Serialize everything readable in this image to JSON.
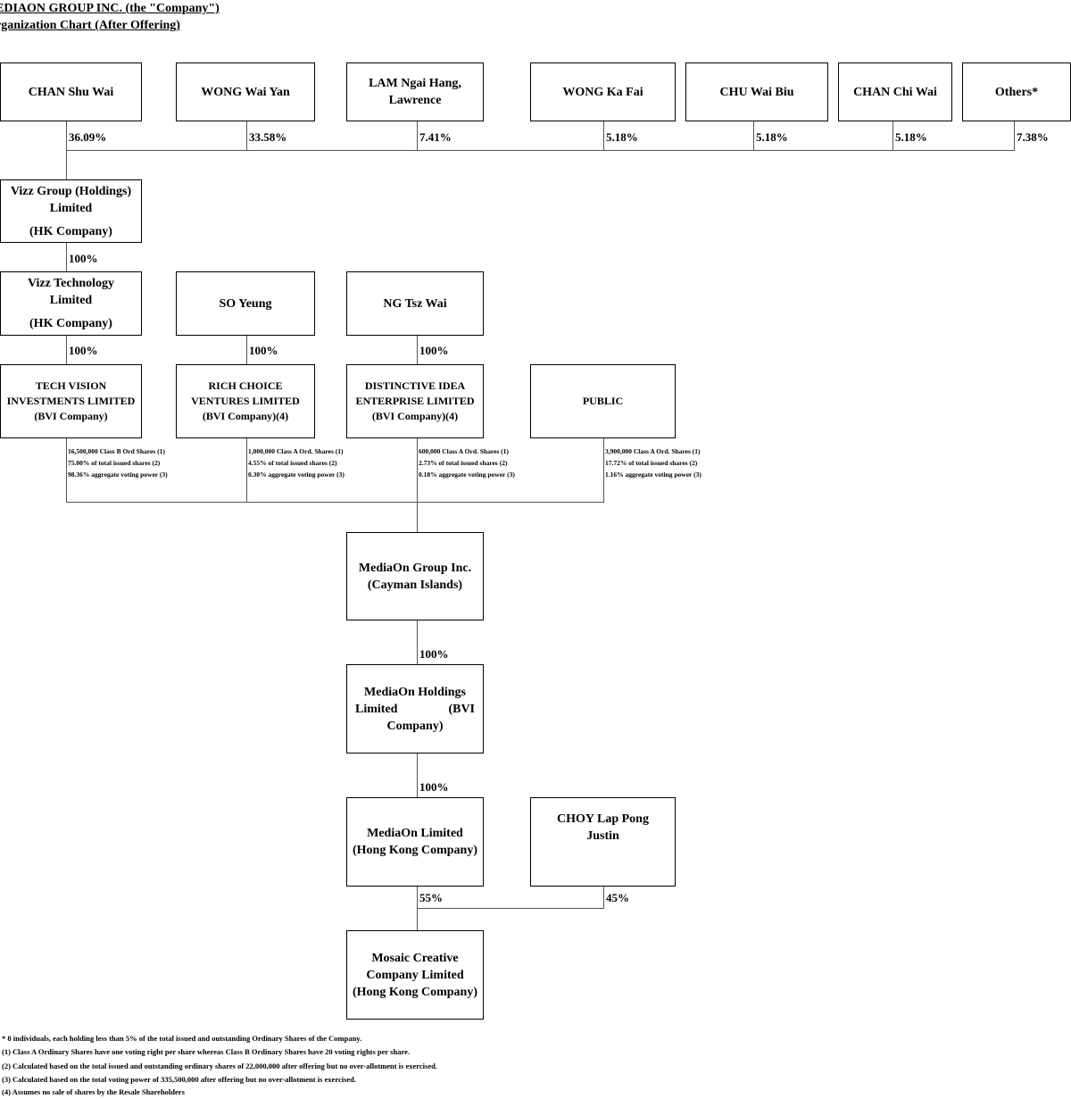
{
  "header": {
    "title": "EDIAON GROUP INC. (the \"Company\")",
    "subtitle": "rganization Chart (After Offering)"
  },
  "shareholders": [
    {
      "name": "CHAN Shu Wai",
      "pct": "36.09%"
    },
    {
      "name": "WONG Wai Yan",
      "pct": "33.58%"
    },
    {
      "name_line1": "LAM Ngai Hang,",
      "name_line2": "Lawrence",
      "pct": "7.41%"
    },
    {
      "name": "WONG Ka Fai",
      "pct": "5.18%"
    },
    {
      "name": "CHU Wai Biu",
      "pct": "5.18%"
    },
    {
      "name": "CHAN Chi Wai",
      "pct": "5.18%"
    },
    {
      "name": "Others*",
      "pct": "7.38%"
    }
  ],
  "vizz_holdings": {
    "line1": "Vizz Group (Holdings)",
    "line2": "Limited",
    "line3": "(HK Company)",
    "pct_down": "100%"
  },
  "vizz_tech": {
    "line1": "Vizz Technology",
    "line2": "Limited",
    "line3": "(HK Company)",
    "pct_down": "100%"
  },
  "so_yeung": {
    "name": "SO Yeung",
    "pct_down": "100%"
  },
  "ng_tsz_wai": {
    "name": "NG Tsz Wai",
    "pct_down": "100%"
  },
  "tech_vision": {
    "line1": "TECH VISION",
    "line2": "INVESTMENTS LIMITED",
    "line3": "(BVI Company)",
    "shares": [
      "16,500,000 Class B Ord Shares (1)",
      "75.00% of total issued shares (2)",
      "98.36% aggregate voting power (3)"
    ]
  },
  "rich_choice": {
    "line1": "RICH CHOICE",
    "line2": "VENTURES LIMITED",
    "line3": "(BVI Company)(4)",
    "shares": [
      "1,000,000 Class A Ord. Shares (1)",
      "4.55% of total issued shares (2)",
      "0.30% aggregate voting power (3)"
    ]
  },
  "distinctive": {
    "line1": "DISTINCTIVE IDEA",
    "line2": "ENTERPRISE LIMITED",
    "line3": "(BVI Company)(4)",
    "shares": [
      "600,000 Class A Ord. Shares (1)",
      "2.73% of total issued shares (2)",
      "0.18% aggregate voting power (3)"
    ]
  },
  "public": {
    "name": "PUBLIC",
    "shares": [
      "3,900,000 Class A Ord. Shares (1)",
      "17.72% of total issued shares (2)",
      "1.16% aggregate voting power (3)"
    ]
  },
  "mediaon_group": {
    "line1": "MediaOn Group Inc.",
    "line2": "(Cayman Islands)",
    "pct_down": "100%"
  },
  "mediaon_holdings": {
    "line1": "MediaOn Holdings",
    "line2_a": "Limited",
    "line2_b": "(BVI",
    "line3": "Company)",
    "pct_down": "100%"
  },
  "mediaon_limited": {
    "line1": "MediaOn Limited",
    "line2": "(Hong Kong Company)",
    "pct_down": "55%"
  },
  "choy": {
    "line1": "CHOY Lap Pong",
    "line2": "Justin",
    "pct_down": "45%"
  },
  "mosaic": {
    "line1": "Mosaic Creative",
    "line2": "Company Limited",
    "line3": "(Hong Kong Company)"
  },
  "notes": [
    "* 8 individuals, each holding less than 5% of the total issued and outstanding Ordinary Shares of the Company.",
    "(1) Class A Ordinary Shares have one voting right per share whereas Class B Ordinary Shares have 20 voting rights per share.",
    "(2) Calculated based on the total issued and outstanding ordinary shares of 22,000,000 after offering but no over-allotment is exercised.",
    "(3) Calculated based on the total voting power of 335,500,000 after offering but no over-allotment is exercised.",
    "(4) Assumes no sale of shares by the Resale Shareholders"
  ]
}
